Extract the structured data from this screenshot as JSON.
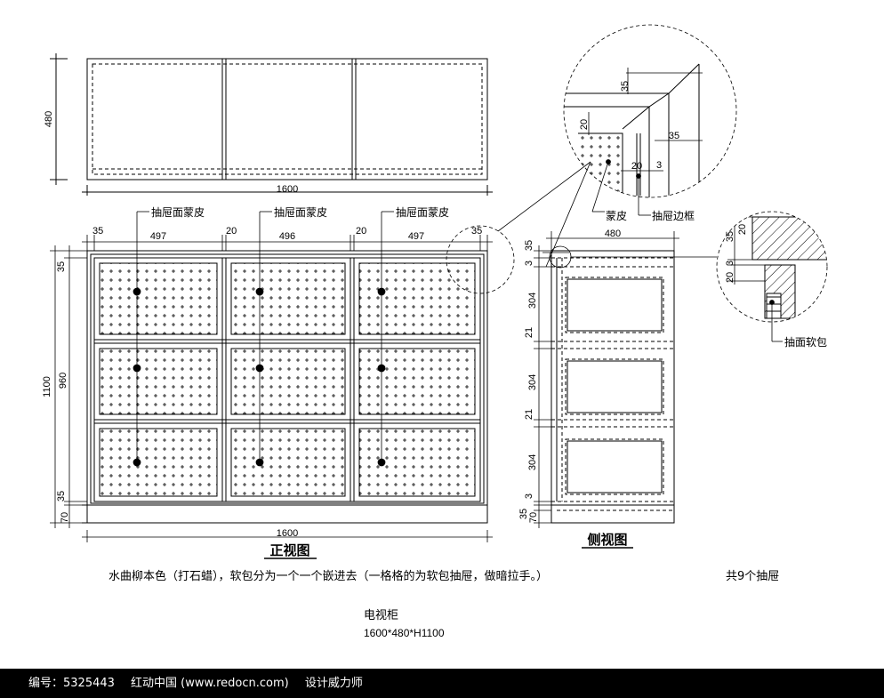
{
  "top_view": {
    "dim_width": "1600",
    "dim_depth": "480"
  },
  "front_view": {
    "title": "正视图",
    "drawer_label": "抽屉面蒙皮",
    "dim_35_left": "35",
    "dim_497_a": "497",
    "dim_20_a": "20",
    "dim_496": "496",
    "dim_20_b": "20",
    "dim_497_b": "497",
    "dim_35_right": "35",
    "dim_height": "1100",
    "dim_35_top": "35",
    "dim_960": "960",
    "dim_35_bottom": "35",
    "dim_70": "70",
    "dim_width": "1600"
  },
  "side_view": {
    "title": "侧视图",
    "dim_depth": "480",
    "dim_35_top": "35",
    "dim_3_top": "3",
    "dim_304_a": "304",
    "dim_21_a": "21",
    "dim_304_b": "304",
    "dim_21_b": "21",
    "dim_304_c": "304",
    "dim_3_bottom": "3",
    "dim_35_bottom": "35",
    "dim_70": "70"
  },
  "detail_corner": {
    "dim_35_v": "35",
    "dim_20": "20",
    "dim_35_h": "35",
    "dim_20_b": "20",
    "dim_3": "3",
    "label_skin": "蒙皮",
    "label_frame": "抽屉边框"
  },
  "detail_side": {
    "dim_20_a": "20",
    "dim_35": "35",
    "dim_3": "3",
    "dim_20_b": "20",
    "label_soft": "抽面软包"
  },
  "notes": {
    "material": "水曲柳本色（打石蜡），软包分为一个一个嵌进去（一格格的为软包抽屉，做暗拉手。）",
    "count": "共9个抽屉",
    "name": "电视柜",
    "size": "1600*480*H1100"
  },
  "footer": {
    "id_text": "编号：5325443",
    "site_text": "红动中国 (www.redocn.com)",
    "slogan": "设计威力师"
  }
}
